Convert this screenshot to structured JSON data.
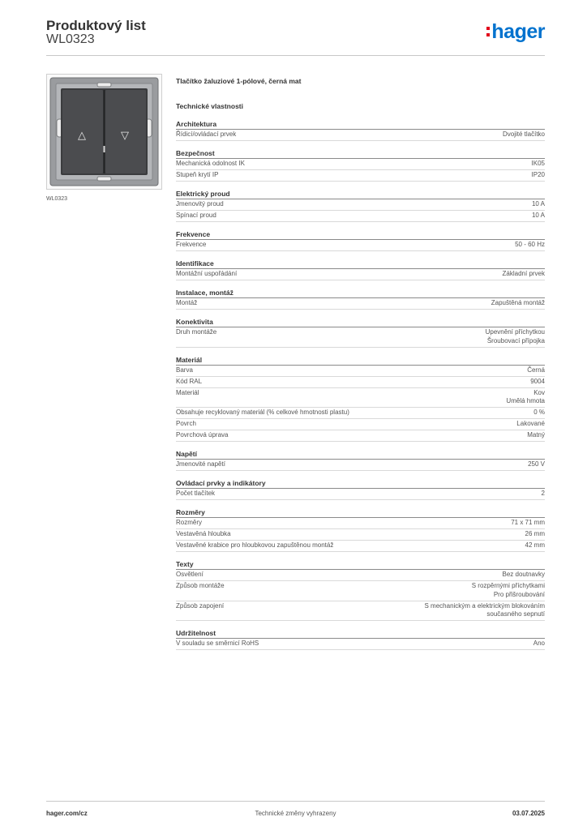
{
  "header": {
    "title": "Produktový list",
    "code": "WL0323",
    "logo_text": "hager"
  },
  "image": {
    "caption": "WL0323",
    "arrow_up_icon": "triangle-up-outline-icon",
    "arrow_down_icon": "triangle-down-outline-icon"
  },
  "product": {
    "name": "Tlačítko žaluziové 1-pólové, černá mat",
    "tech_title": "Technické vlastnosti"
  },
  "sections": [
    {
      "title": "Architektura",
      "rows": [
        {
          "label": "Řídicí/ovládací prvek",
          "value": [
            "Dvojité tlačítko"
          ]
        }
      ]
    },
    {
      "title": "Bezpečnost",
      "rows": [
        {
          "label": "Mechanická odolnost IK",
          "value": [
            "IK05"
          ]
        },
        {
          "label": "Stupeň krytí IP",
          "value": [
            "IP20"
          ]
        }
      ]
    },
    {
      "title": "Elektrický proud",
      "rows": [
        {
          "label": "Jmenovitý proud",
          "value": [
            "10 A"
          ]
        },
        {
          "label": "Spínací proud",
          "value": [
            "10 A"
          ]
        }
      ]
    },
    {
      "title": "Frekvence",
      "rows": [
        {
          "label": "Frekvence",
          "value": [
            "50 - 60 Hz"
          ]
        }
      ]
    },
    {
      "title": "Identifikace",
      "rows": [
        {
          "label": "Montážní uspořádání",
          "value": [
            "Základní prvek"
          ]
        }
      ]
    },
    {
      "title": "Instalace, montáž",
      "rows": [
        {
          "label": "Montáž",
          "value": [
            "Zapuštěná montáž"
          ]
        }
      ]
    },
    {
      "title": "Konektivita",
      "rows": [
        {
          "label": "Druh montáže",
          "value": [
            "Upevnění příchytkou",
            "Šroubovací přípojka"
          ]
        }
      ]
    },
    {
      "title": "Materiál",
      "rows": [
        {
          "label": "Barva",
          "value": [
            "Černá"
          ]
        },
        {
          "label": "Kód RAL",
          "value": [
            "9004"
          ]
        },
        {
          "label": "Materiál",
          "value": [
            "Kov",
            "Umělá hmota"
          ]
        },
        {
          "label": "Obsahuje recyklovaný materiál (% celkové hmotnosti plastu)",
          "value": [
            "0 %"
          ]
        },
        {
          "label": "Povrch",
          "value": [
            "Lakované"
          ]
        },
        {
          "label": "Povrchová úprava",
          "value": [
            "Matný"
          ]
        }
      ]
    },
    {
      "title": "Napětí",
      "rows": [
        {
          "label": "Jmenovité napětí",
          "value": [
            "250 V"
          ]
        }
      ]
    },
    {
      "title": "Ovládací prvky a indikátory",
      "rows": [
        {
          "label": "Počet tlačítek",
          "value": [
            "2"
          ]
        }
      ]
    },
    {
      "title": "Rozměry",
      "rows": [
        {
          "label": "Rozměry",
          "value": [
            "71 x 71 mm"
          ]
        },
        {
          "label": "Vestavěná hloubka",
          "value": [
            "26 mm"
          ]
        },
        {
          "label": "Vestavěné krabice pro hloubkovou zapuštěnou montáž",
          "value": [
            "42 mm"
          ]
        }
      ]
    },
    {
      "title": "Texty",
      "rows": [
        {
          "label": "Osvětlení",
          "value": [
            "Bez doutnavky"
          ]
        },
        {
          "label": "Způsob montáže",
          "value": [
            "S rozpěrnými příchytkami",
            "Pro přišroubování"
          ]
        },
        {
          "label": "Způsob zapojení",
          "value": [
            "S mechanickým a elektrickým blokováním",
            "současného sepnutí"
          ]
        }
      ]
    },
    {
      "title": "Udržitelnost",
      "rows": [
        {
          "label": "V souladu se směrnicí RoHS",
          "value": [
            "Ano"
          ]
        }
      ]
    }
  ],
  "footer": {
    "left": "hager.com/cz",
    "center": "Technické změny vyhrazeny",
    "right": "03.07.2025"
  },
  "colors": {
    "brand_blue": "#0072ce",
    "brand_red": "#e2001a"
  }
}
